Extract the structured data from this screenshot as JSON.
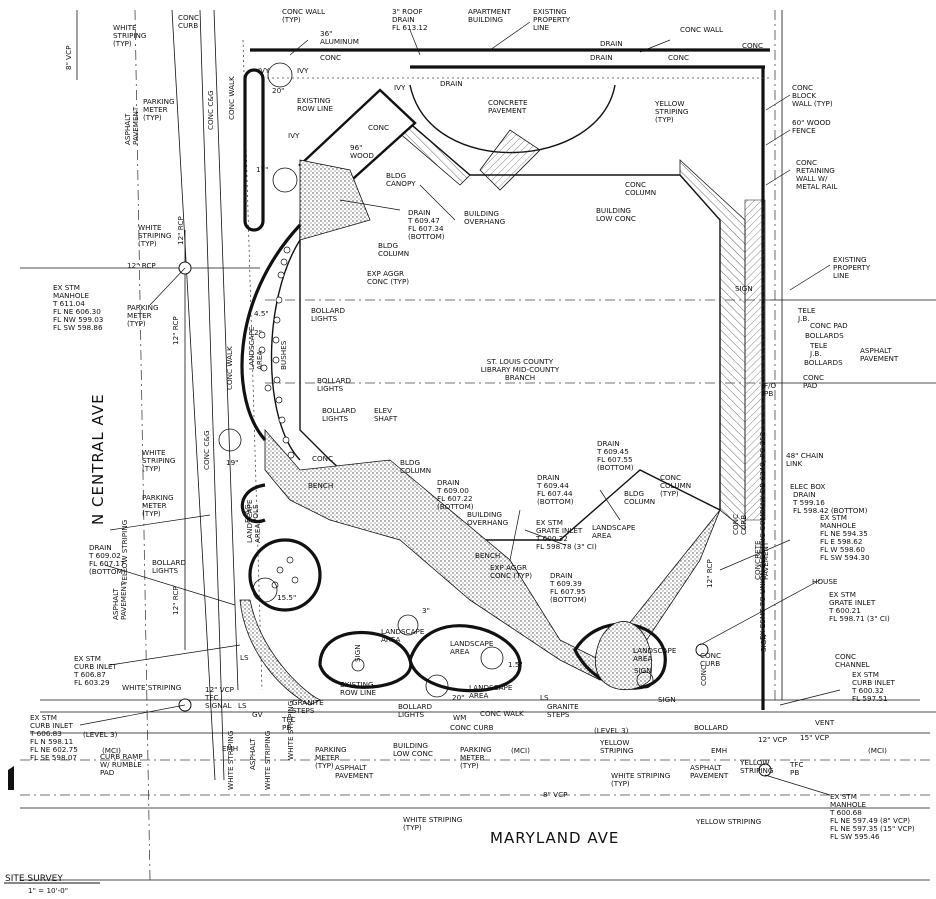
{
  "drawing": {
    "title": "SITE SURVEY",
    "scale": "1\" = 10'-0\"",
    "streets": {
      "east_west": "MARYLAND AVE",
      "north_south": "N CENTRAL AVE"
    },
    "building": [
      "ST. LOUIS COUNTY",
      "LIBRARY MID-COUNTY",
      "BRANCH"
    ],
    "labels": [
      {
        "id": "conc-wall-top",
        "lines": [
          "CONC WALL",
          "(TYP)"
        ]
      },
      {
        "id": "roof-drain",
        "lines": [
          "3\" ROOF",
          "DRAIN",
          "FL 613.12"
        ]
      },
      {
        "id": "apartment",
        "lines": [
          "APARTMENT",
          "BUILDING"
        ]
      },
      {
        "id": "exist-prop-line-top",
        "lines": [
          "EXISTING",
          "PROPERTY",
          "LINE"
        ]
      },
      {
        "id": "conc-wall-right",
        "lines": [
          "CONC WALL"
        ]
      },
      {
        "id": "aluminum",
        "lines": [
          "36\"",
          "ALUMINUM"
        ]
      },
      {
        "id": "conc-1",
        "lines": [
          "CONC"
        ]
      },
      {
        "id": "conc-2",
        "lines": [
          "CONC"
        ]
      },
      {
        "id": "conc-3",
        "lines": [
          "CONC"
        ]
      },
      {
        "id": "drain-top",
        "lines": [
          "DRAIN"
        ]
      },
      {
        "id": "drain-top2",
        "lines": [
          "DRAIN"
        ]
      },
      {
        "id": "drain-top3",
        "lines": [
          "DRAIN"
        ]
      },
      {
        "id": "ivy-1",
        "lines": [
          "IVY"
        ]
      },
      {
        "id": "ivy-2",
        "lines": [
          "IVY"
        ]
      },
      {
        "id": "ivy-3",
        "lines": [
          "IVY"
        ]
      },
      {
        "id": "ivy-4",
        "lines": [
          "IVY"
        ]
      },
      {
        "id": "exist-row-top",
        "lines": [
          "EXISTING",
          "ROW LINE"
        ]
      },
      {
        "id": "concrete-pavement",
        "lines": [
          "CONCRETE",
          "PAVEMENT"
        ]
      },
      {
        "id": "yellow-striping-top",
        "lines": [
          "YELLOW",
          "STRIPING",
          "(TYP)"
        ]
      },
      {
        "id": "conc-block-wall",
        "lines": [
          "CONC",
          "BLOCK",
          "WALL (TYP)"
        ]
      },
      {
        "id": "wood-fence",
        "lines": [
          "60\" WOOD",
          "FENCE"
        ]
      },
      {
        "id": "conc-retaining",
        "lines": [
          "CONC",
          "RETAINING",
          "WALL W/",
          "METAL RAIL"
        ]
      },
      {
        "id": "wood-96",
        "lines": [
          "96\"",
          "WOOD"
        ]
      },
      {
        "id": "bldg-canopy",
        "lines": [
          "BLDG",
          "CANOPY"
        ]
      },
      {
        "id": "conc-diag",
        "lines": [
          "CONC"
        ]
      },
      {
        "id": "drain-canopy",
        "lines": [
          "DRAIN",
          "T 609.47",
          "FL 607.34",
          "(BOTTOM)"
        ]
      },
      {
        "id": "bldg-overhang-top",
        "lines": [
          "BUILDING",
          "OVERHANG"
        ]
      },
      {
        "id": "building-low-conc",
        "lines": [
          "BUILDING",
          "LOW CONC"
        ]
      },
      {
        "id": "conc-column-top",
        "lines": [
          "CONC",
          "COLUMN"
        ]
      },
      {
        "id": "bldg-column-top",
        "lines": [
          "BLDG",
          "COLUMN"
        ]
      },
      {
        "id": "exp-aggr-top",
        "lines": [
          "EXP AGGR",
          "CONC (TYP)"
        ]
      },
      {
        "id": "white-striping-1",
        "lines": [
          "WHITE",
          "STRIPING",
          "(TYP)"
        ]
      },
      {
        "id": "parking-meter-1",
        "lines": [
          "PARKING",
          "METER",
          "(TYP)"
        ]
      },
      {
        "id": "asphalt-left",
        "lines": [
          "ASPHALT",
          "PAVEMENT"
        ]
      },
      {
        "id": "conc-cg",
        "lines": [
          "CONC C&G"
        ]
      },
      {
        "id": "conc-walk-1",
        "lines": [
          "CONC WALK"
        ]
      },
      {
        "id": "conc-curb-top",
        "lines": [
          "CONC",
          "CURB"
        ]
      },
      {
        "id": "vcp-8-top",
        "lines": [
          "8\" VCP"
        ]
      },
      {
        "id": "white-striping-2",
        "lines": [
          "WHITE",
          "STRIPING",
          "(TYP)"
        ]
      },
      {
        "id": "rcp-12-1",
        "lines": [
          "12\" RCP"
        ]
      },
      {
        "id": "rcp-12-2",
        "lines": [
          "12\" RCP"
        ]
      },
      {
        "id": "rcp-12-3",
        "lines": [
          "12\" RCP"
        ]
      },
      {
        "id": "rcp-12-4",
        "lines": [
          "12\" RCP"
        ]
      },
      {
        "id": "ex-stm-mh-1",
        "lines": [
          "EX STM",
          "MANHOLE",
          "T 611.04",
          "FL NE 606.30",
          "FL NW 599.03",
          "FL SW 598.86"
        ]
      },
      {
        "id": "parking-meter-2",
        "lines": [
          "PARKING",
          "METER",
          "(TYP)"
        ]
      },
      {
        "id": "tree-17",
        "lines": [
          "17\""
        ]
      },
      {
        "id": "tree-20",
        "lines": [
          "20\""
        ]
      },
      {
        "id": "bollard-lights-1",
        "lines": [
          "BOLLARD",
          "LIGHTS"
        ]
      },
      {
        "id": "bollard-lights-2",
        "lines": [
          "BOLLARD",
          "LIGHTS"
        ]
      },
      {
        "id": "bollard-lights-3",
        "lines": [
          "BOLLARD",
          "LIGHTS"
        ]
      },
      {
        "id": "bushes",
        "lines": [
          "BUSHES"
        ]
      },
      {
        "id": "landscape-area-1",
        "lines": [
          "LANDSCAPE",
          "AREA"
        ]
      },
      {
        "id": "elev-shaft",
        "lines": [
          "ELEV",
          "SHAFT"
        ]
      },
      {
        "id": "conc-mid",
        "lines": [
          "CONC"
        ]
      },
      {
        "id": "bldg-column-mid",
        "lines": [
          "BLDG",
          "COLUMN"
        ]
      },
      {
        "id": "bench-1",
        "lines": [
          "BENCH"
        ]
      },
      {
        "id": "drain-mid",
        "lines": [
          "DRAIN",
          "T 609.00",
          "FL 607.22",
          "(BOTTOM)"
        ]
      },
      {
        "id": "building-overhang-mid",
        "lines": [
          "BUILDING",
          "OVERHANG"
        ]
      },
      {
        "id": "drain-mid2",
        "lines": [
          "DRAIN",
          "T 609.44",
          "FL 607.44",
          "(BOTTOM)"
        ]
      },
      {
        "id": "drain-mid3",
        "lines": [
          "DRAIN",
          "T 609.45",
          "FL 607.55",
          "(BOTTOM)"
        ]
      },
      {
        "id": "conc-column-mid",
        "lines": [
          "CONC",
          "COLUMN",
          "(TYP)"
        ]
      },
      {
        "id": "bldg-column-right",
        "lines": [
          "BLDG",
          "COLUMN"
        ]
      },
      {
        "id": "landscape-area-2",
        "lines": [
          "LANDSCAPE",
          "AREA"
        ]
      },
      {
        "id": "ex-stm-grate",
        "lines": [
          "EX STM",
          "GRATE INLET",
          "T 600.32",
          "FL 598.78 (3\" CI)"
        ]
      },
      {
        "id": "bench-2",
        "lines": [
          "BENCH"
        ]
      },
      {
        "id": "exp-aggr-mid",
        "lines": [
          "EXP AGGR",
          "CONC (TYP)"
        ]
      },
      {
        "id": "drain-low",
        "lines": [
          "DRAIN",
          "T 609.39",
          "FL 607.95",
          "(BOTTOM)"
        ]
      },
      {
        "id": "sign-right",
        "lines": [
          "SIGN"
        ]
      },
      {
        "id": "tele-jb-1",
        "lines": [
          "TELE",
          "J.B."
        ]
      },
      {
        "id": "conc-pad-1",
        "lines": [
          "CONC PAD"
        ]
      },
      {
        "id": "bollards-1",
        "lines": [
          "BOLLARDS"
        ]
      },
      {
        "id": "tele-jb-2",
        "lines": [
          "TELE",
          "J.B."
        ]
      },
      {
        "id": "bollards-2",
        "lines": [
          "BOLLARDS"
        ]
      },
      {
        "id": "conc-pad-2",
        "lines": [
          "CONC",
          "PAD"
        ]
      },
      {
        "id": "asphalt-right",
        "lines": [
          "ASPHALT",
          "PAVEMENT"
        ]
      },
      {
        "id": "exist-prop-line-right",
        "lines": [
          "EXISTING",
          "PROPERTY",
          "LINE"
        ]
      },
      {
        "id": "fo-pb",
        "lines": [
          "F/O",
          "PB"
        ]
      },
      {
        "id": "chain-link",
        "lines": [
          "48\" CHAIN",
          "LINK"
        ]
      },
      {
        "id": "elec-box",
        "lines": [
          "ELEC BOX"
        ]
      },
      {
        "id": "drain-right",
        "lines": [
          "DRAIN",
          "T 599.16",
          "FL 598.42 (BOTTOM)"
        ]
      },
      {
        "id": "ex-stm-mh-2",
        "lines": [
          "EX STM",
          "MANHOLE",
          "FL NE 594.35",
          "FL E 598.62",
          "FL W 598.60",
          "FL SW 594.30"
        ]
      },
      {
        "id": "house",
        "lines": [
          "HOUSE"
        ]
      },
      {
        "id": "ex-stm-grate-2",
        "lines": [
          "EX STM",
          "GRATE INLET",
          "T 600.21",
          "FL 598.71 (3\" CI)"
        ]
      },
      {
        "id": "conc-curb-right",
        "lines": [
          "CONC",
          "CURB"
        ]
      },
      {
        "id": "concrete-pavement-right",
        "lines": [
          "CONCRETE",
          "PAVEMENT"
        ]
      },
      {
        "id": "conc-channel",
        "lines": [
          "CONC",
          "CHANNEL"
        ]
      },
      {
        "id": "ex-stm-curb-right",
        "lines": [
          "EX STM",
          "CURB INLET",
          "T 600.32",
          "FL 597.51"
        ]
      },
      {
        "id": "easement",
        "lines": [
          "EX ESMT TO UNION ELECTRIC COMPANY DB 6249, PG 252"
        ]
      },
      {
        "id": "white-striping-3",
        "lines": [
          "WHITE",
          "STRIPING",
          "(TYP)"
        ]
      },
      {
        "id": "parking-meter-3",
        "lines": [
          "PARKING",
          "METER",
          "(TYP)"
        ]
      },
      {
        "id": "conc-cg-2",
        "lines": [
          "CONC C&G"
        ]
      },
      {
        "id": "conc-walk-2",
        "lines": [
          "CONC WALK"
        ]
      },
      {
        "id": "tree-19",
        "lines": [
          "19\""
        ]
      },
      {
        "id": "tree-15",
        "lines": [
          "15.5\""
        ]
      },
      {
        "id": "flag-pole",
        "lines": [
          "FLAG",
          "POLE"
        ]
      },
      {
        "id": "landscape-area-3",
        "lines": [
          "LANDSCAPE",
          "AREA"
        ]
      },
      {
        "id": "drain-left",
        "lines": [
          "DRAIN",
          "T 609.02",
          "FL 607.17",
          "(BOTTOM)"
        ]
      },
      {
        "id": "bollard-lights-4",
        "lines": [
          "BOLLARD",
          "LIGHTS"
        ]
      },
      {
        "id": "yellow-striping-left",
        "lines": [
          "YELLOW STRIPING"
        ]
      },
      {
        "id": "asphalt-left-2",
        "lines": [
          "ASPHALT",
          "PAVEMENT"
        ]
      },
      {
        "id": "ex-stm-curb-left",
        "lines": [
          "EX STM",
          "CURB INLET",
          "T 606.87",
          "FL 603.29"
        ]
      },
      {
        "id": "white-striping-4",
        "lines": [
          "WHITE STRIPING"
        ]
      },
      {
        "id": "tfc-signal",
        "lines": [
          "TFC",
          "SIGNAL"
        ]
      },
      {
        "id": "granite-steps-1",
        "lines": [
          "GRANITE",
          "STEPS"
        ]
      },
      {
        "id": "exist-row-bottom",
        "lines": [
          "EXISTING",
          "ROW LINE"
        ]
      },
      {
        "id": "tree-3",
        "lines": [
          "3\""
        ]
      },
      {
        "id": "landscape-area-4",
        "lines": [
          "LANDSCAPE",
          "AREA"
        ]
      },
      {
        "id": "landscape-area-5",
        "lines": [
          "LANDSCAPE",
          "AREA"
        ]
      },
      {
        "id": "landscape-area-6",
        "lines": [
          "LANDSCAPE",
          "AREA"
        ]
      },
      {
        "id": "landscape-area-7",
        "lines": [
          "LANDSCAPE",
          "AREA"
        ]
      },
      {
        "id": "tree-1-5",
        "lines": [
          "1.5\""
        ]
      },
      {
        "id": "tree-20b",
        "lines": [
          "20\""
        ]
      },
      {
        "id": "tree-4-5",
        "lines": [
          "4.5\""
        ]
      },
      {
        "id": "tree-2",
        "lines": [
          "2\""
        ]
      },
      {
        "id": "sign-1",
        "lines": [
          "SIGN"
        ]
      },
      {
        "id": "sign-2",
        "lines": [
          "SIGN"
        ]
      },
      {
        "id": "sign-3",
        "lines": [
          "SIGN"
        ]
      },
      {
        "id": "sign-4",
        "lines": [
          "SIGN"
        ]
      },
      {
        "id": "bollard-lights-5",
        "lines": [
          "BOLLARD",
          "LIGHTS"
        ]
      },
      {
        "id": "wm",
        "lines": [
          "WM"
        ]
      },
      {
        "id": "conc-walk-bottom",
        "lines": [
          "CONC WALK"
        ]
      },
      {
        "id": "conc-curb-bottom",
        "lines": [
          "CONC CURB"
        ]
      },
      {
        "id": "conc-curb-bottom2",
        "lines": [
          "CONC",
          "CURB"
        ]
      },
      {
        "id": "granite-steps-2",
        "lines": [
          "GRANITE",
          "STEPS"
        ]
      },
      {
        "id": "ls-1",
        "lines": [
          "LS"
        ]
      },
      {
        "id": "ls-2",
        "lines": [
          "LS"
        ]
      },
      {
        "id": "conc-bottom",
        "lines": [
          "CONC"
        ]
      },
      {
        "id": "bollard-bottom",
        "lines": [
          "BOLLARD"
        ]
      },
      {
        "id": "vent",
        "lines": [
          "VENT"
        ]
      },
      {
        "id": "ex-stm-curb-bottom-left",
        "lines": [
          "EX STM",
          "CURB INLET",
          "T 606.83",
          "FL N 598.11",
          "FL NE 602.75",
          "FL SE 598.07"
        ]
      },
      {
        "id": "level-3-left",
        "lines": [
          "(LEVEL 3)"
        ]
      },
      {
        "id": "mci-left",
        "lines": [
          "(MCI)"
        ]
      },
      {
        "id": "curb-ramp",
        "lines": [
          "CURB RAMP",
          "W/ RUMBLE",
          "PAD"
        ]
      },
      {
        "id": "emh-left",
        "lines": [
          "EMH"
        ]
      },
      {
        "id": "parking-meter-4",
        "lines": [
          "PARKING",
          "METER",
          "(TYP)"
        ]
      },
      {
        "id": "asphalt-bottom",
        "lines": [
          "ASPHALT",
          "PAVEMENT"
        ]
      },
      {
        "id": "building-low-conc-bottom",
        "lines": [
          "BUILDING",
          "LOW CONC"
        ]
      },
      {
        "id": "parking-meter-5",
        "lines": [
          "PARKING",
          "METER",
          "(TYP)"
        ]
      },
      {
        "id": "mci-mid",
        "lines": [
          "(MCI)"
        ]
      },
      {
        "id": "level-3-mid",
        "lines": [
          "(LEVEL 3)"
        ]
      },
      {
        "id": "yellow-striping-mid",
        "lines": [
          "YELLOW",
          "STRIPING"
        ]
      },
      {
        "id": "white-striping-5",
        "lines": [
          "WHITE STRIPING",
          "(TYP)"
        ]
      },
      {
        "id": "emh-right",
        "lines": [
          "EMH"
        ]
      },
      {
        "id": "mci-right",
        "lines": [
          "(MCI)"
        ]
      },
      {
        "id": "yellow-striping-right",
        "lines": [
          "YELLOW",
          "STRIPING"
        ]
      },
      {
        "id": "asphalt-bottom-right",
        "lines": [
          "ASPHALT",
          "PAVEMENT"
        ]
      },
      {
        "id": "tfc-pb",
        "lines": [
          "TFC",
          "PB"
        ]
      },
      {
        "id": "ex-stm-mh-bottom",
        "lines": [
          "EX STM",
          "MANHOLE",
          "T 600.68",
          "FL NE 597.49 (8\" VCP)",
          "FL NE 597.35 (15\" VCP)",
          "FL SW 595.46"
        ]
      },
      {
        "id": "vcp-8-bottom",
        "lines": [
          "8\" VCP"
        ]
      },
      {
        "id": "white-striping-6",
        "lines": [
          "WHITE STRIPING",
          "(TYP)"
        ]
      },
      {
        "id": "yellow-striping-bottom",
        "lines": [
          "YELLOW STRIPING"
        ]
      },
      {
        "id": "vcp-12-1",
        "lines": [
          "12\" VCP"
        ]
      },
      {
        "id": "vcp-12-2",
        "lines": [
          "12\" VCP"
        ]
      },
      {
        "id": "vcp-15",
        "lines": [
          "15\" VCP"
        ]
      },
      {
        "id": "rcp-12-5",
        "lines": [
          "12\" RCP"
        ]
      },
      {
        "id": "white-striping-v1",
        "lines": [
          "WHITE STRIPING"
        ]
      },
      {
        "id": "white-striping-v2",
        "lines": [
          "WHITE STRIPING"
        ]
      },
      {
        "id": "white-striping-v3",
        "lines": [
          "WHITE STRIPING"
        ]
      },
      {
        "id": "asphalt-v",
        "lines": [
          "ASPHALT"
        ]
      },
      {
        "id": "gv",
        "lines": [
          "GV"
        ]
      },
      {
        "id": "tfc-v",
        "lines": [
          "TFC",
          "PB"
        ]
      },
      {
        "id": "ls-3",
        "lines": [
          "LS"
        ]
      }
    ]
  },
  "colors": {
    "ink": "#111111",
    "paper": "#ffffff",
    "hatch": "#555555"
  }
}
